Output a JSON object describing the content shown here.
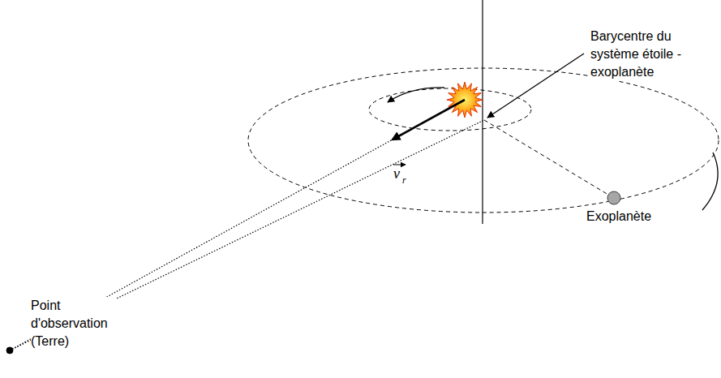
{
  "diagram": {
    "nodes": [
      {
        "text": [
          "Exoplanète"
        ]
      },
      {
        "text": [
          "Point d'observation (Terre)"
        ]
      }
    ],
    "labels": [
      "Barycentre du système étoile - exoplanète",
      "v",
      "r"
    ]
  }
}
